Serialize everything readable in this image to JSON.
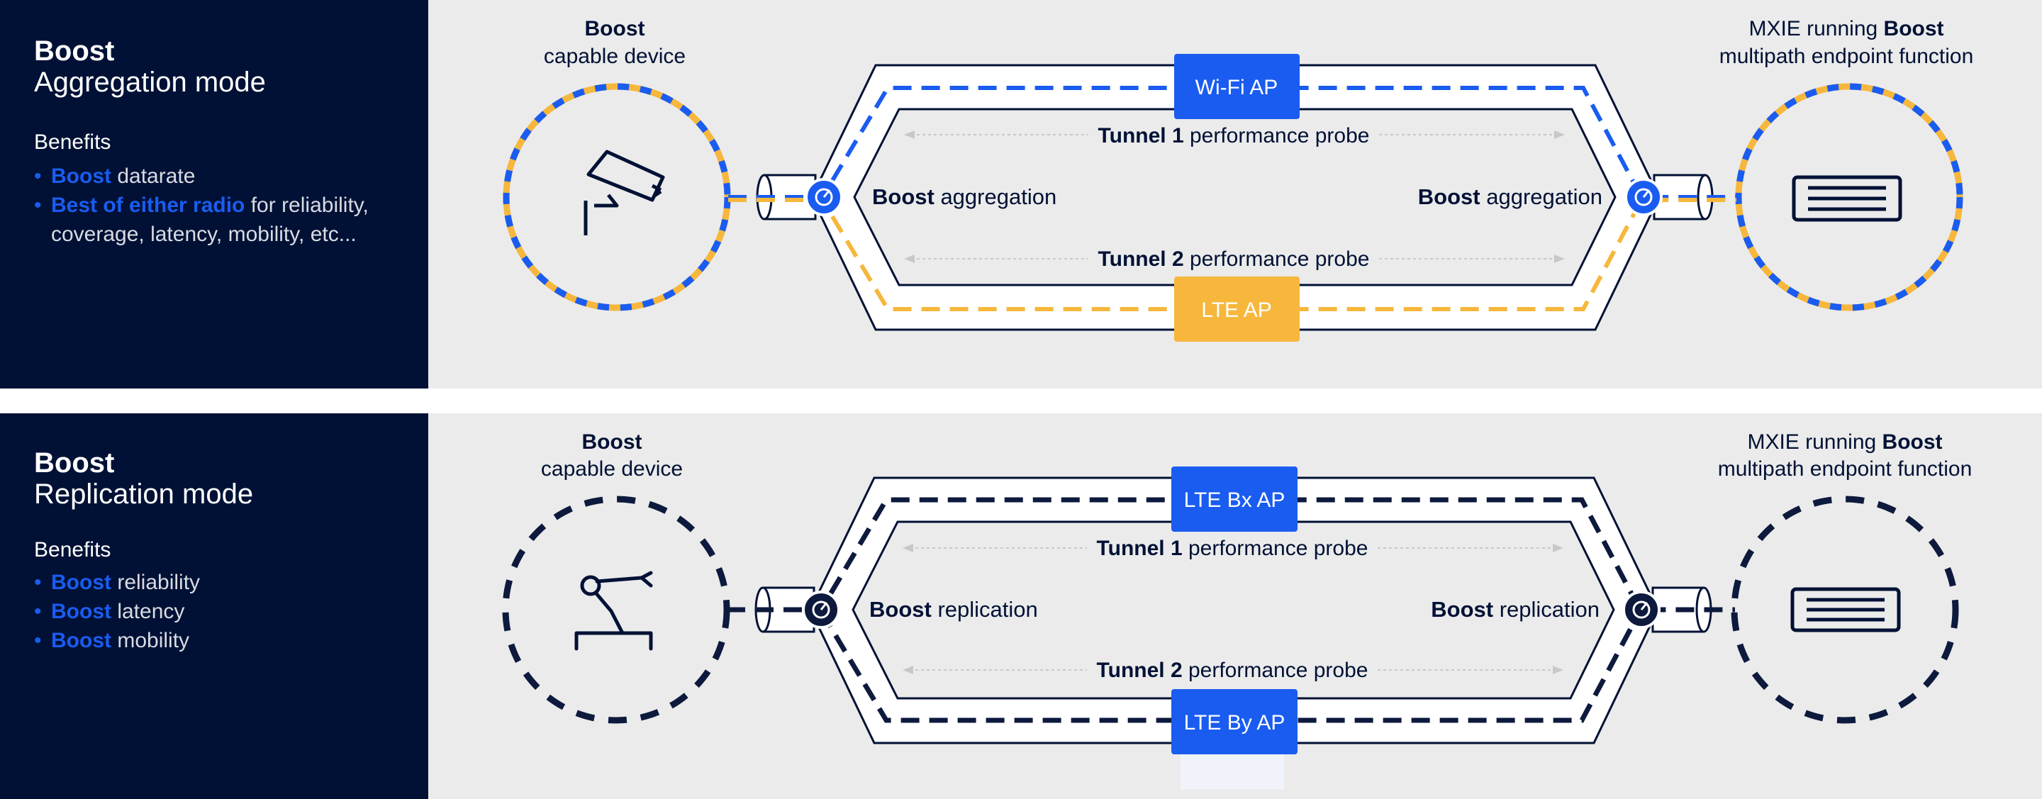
{
  "colors": {
    "navy": "#001135",
    "blue": "#1a5cf0",
    "yellow": "#f6b73c",
    "background": "#ebebeb",
    "probe_line": "#c8c8c8"
  },
  "panels": [
    {
      "mode_title_bold": "Boost",
      "mode_title": "Aggregation mode",
      "benefits_heading": "Benefits",
      "benefits": [
        {
          "highlight": "Boost",
          "text": " datarate"
        },
        {
          "highlight": "Best of either radio",
          "text": " for reliability, coverage, latency, mobility, etc..."
        }
      ],
      "left_device": {
        "label_bold": "Boost",
        "label": "capable device",
        "icon": "security-camera-icon"
      },
      "right_device": {
        "label_prefix": "MXIE running ",
        "label_bold": "Boost",
        "label": "multipath endpoint function",
        "icon": "server-icon"
      },
      "ap_top": "Wi-Fi AP",
      "ap_bottom": "LTE AP",
      "probe_1_bold": "Tunnel 1",
      "probe_1": " performance probe",
      "probe_2_bold": "Tunnel 2",
      "probe_2": " performance probe",
      "left_function_bold": "Boost",
      "left_function": " aggregation",
      "right_function_bold": "Boost",
      "right_function": " aggregation"
    },
    {
      "mode_title_bold": "Boost",
      "mode_title": "Replication mode",
      "benefits_heading": "Benefits",
      "benefits": [
        {
          "highlight": "Boost",
          "text": " reliability"
        },
        {
          "highlight": "Boost",
          "text": " latency"
        },
        {
          "highlight": "Boost",
          "text": " mobility"
        }
      ],
      "left_device": {
        "label_bold": "Boost",
        "label": "capable device",
        "icon": "robot-arm-icon"
      },
      "right_device": {
        "label_prefix": "MXIE running ",
        "label_bold": "Boost",
        "label": "multipath endpoint function",
        "icon": "server-icon"
      },
      "ap_top": "LTE Bx AP",
      "ap_bottom": "LTE By AP",
      "probe_1_bold": "Tunnel 1",
      "probe_1": " performance probe",
      "probe_2_bold": "Tunnel 2",
      "probe_2": " performance probe",
      "left_function_bold": "Boost",
      "left_function": " replication",
      "right_function_bold": "Boost",
      "right_function": " replication"
    }
  ]
}
